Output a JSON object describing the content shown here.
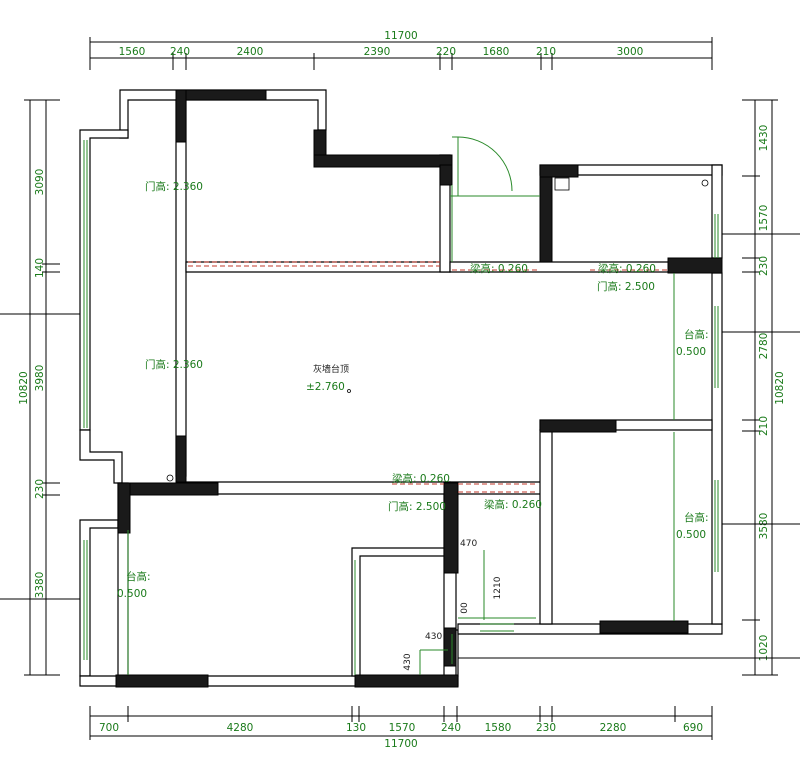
{
  "dimensions": {
    "top_total": "11700",
    "top_segments": [
      "1560",
      "240",
      "2400",
      "2390",
      "220",
      "1680",
      "210",
      "3000"
    ],
    "bottom_total": "11700",
    "bottom_segments": [
      "700",
      "4280",
      "130",
      "1570",
      "240",
      "1580",
      "230",
      "2280",
      "690"
    ],
    "left_total": "10820",
    "left_segments": [
      "3090",
      "140",
      "3980",
      "230",
      "3380"
    ],
    "right_total": "10820",
    "right_segments": [
      "1430",
      "1570",
      "230",
      "2780",
      "210",
      "3580",
      "1020"
    ],
    "inner_dims": [
      "470",
      "1210",
      "430",
      "430",
      "00"
    ]
  },
  "labels": {
    "door_height_1": "门高: 2.360",
    "door_height_2": "门高: 2.360",
    "door_height_3": "门高: 2.500",
    "door_height_4": "门高: 2.500",
    "beam_height_1": "梁高: 0.260",
    "beam_height_2": "梁高: 0.260",
    "beam_height_3": "梁高: 0.260",
    "beam_height_4": "梁高: 0.260",
    "sill_label_1": "台高:",
    "sill_value_1": "0.500",
    "sill_label_2": "台高:",
    "sill_value_2": "0.500",
    "sill_label_3": "台高:",
    "sill_value_3": "0.500",
    "ceiling_label": "灰墙台顶",
    "ceiling_value": "±2.760"
  }
}
